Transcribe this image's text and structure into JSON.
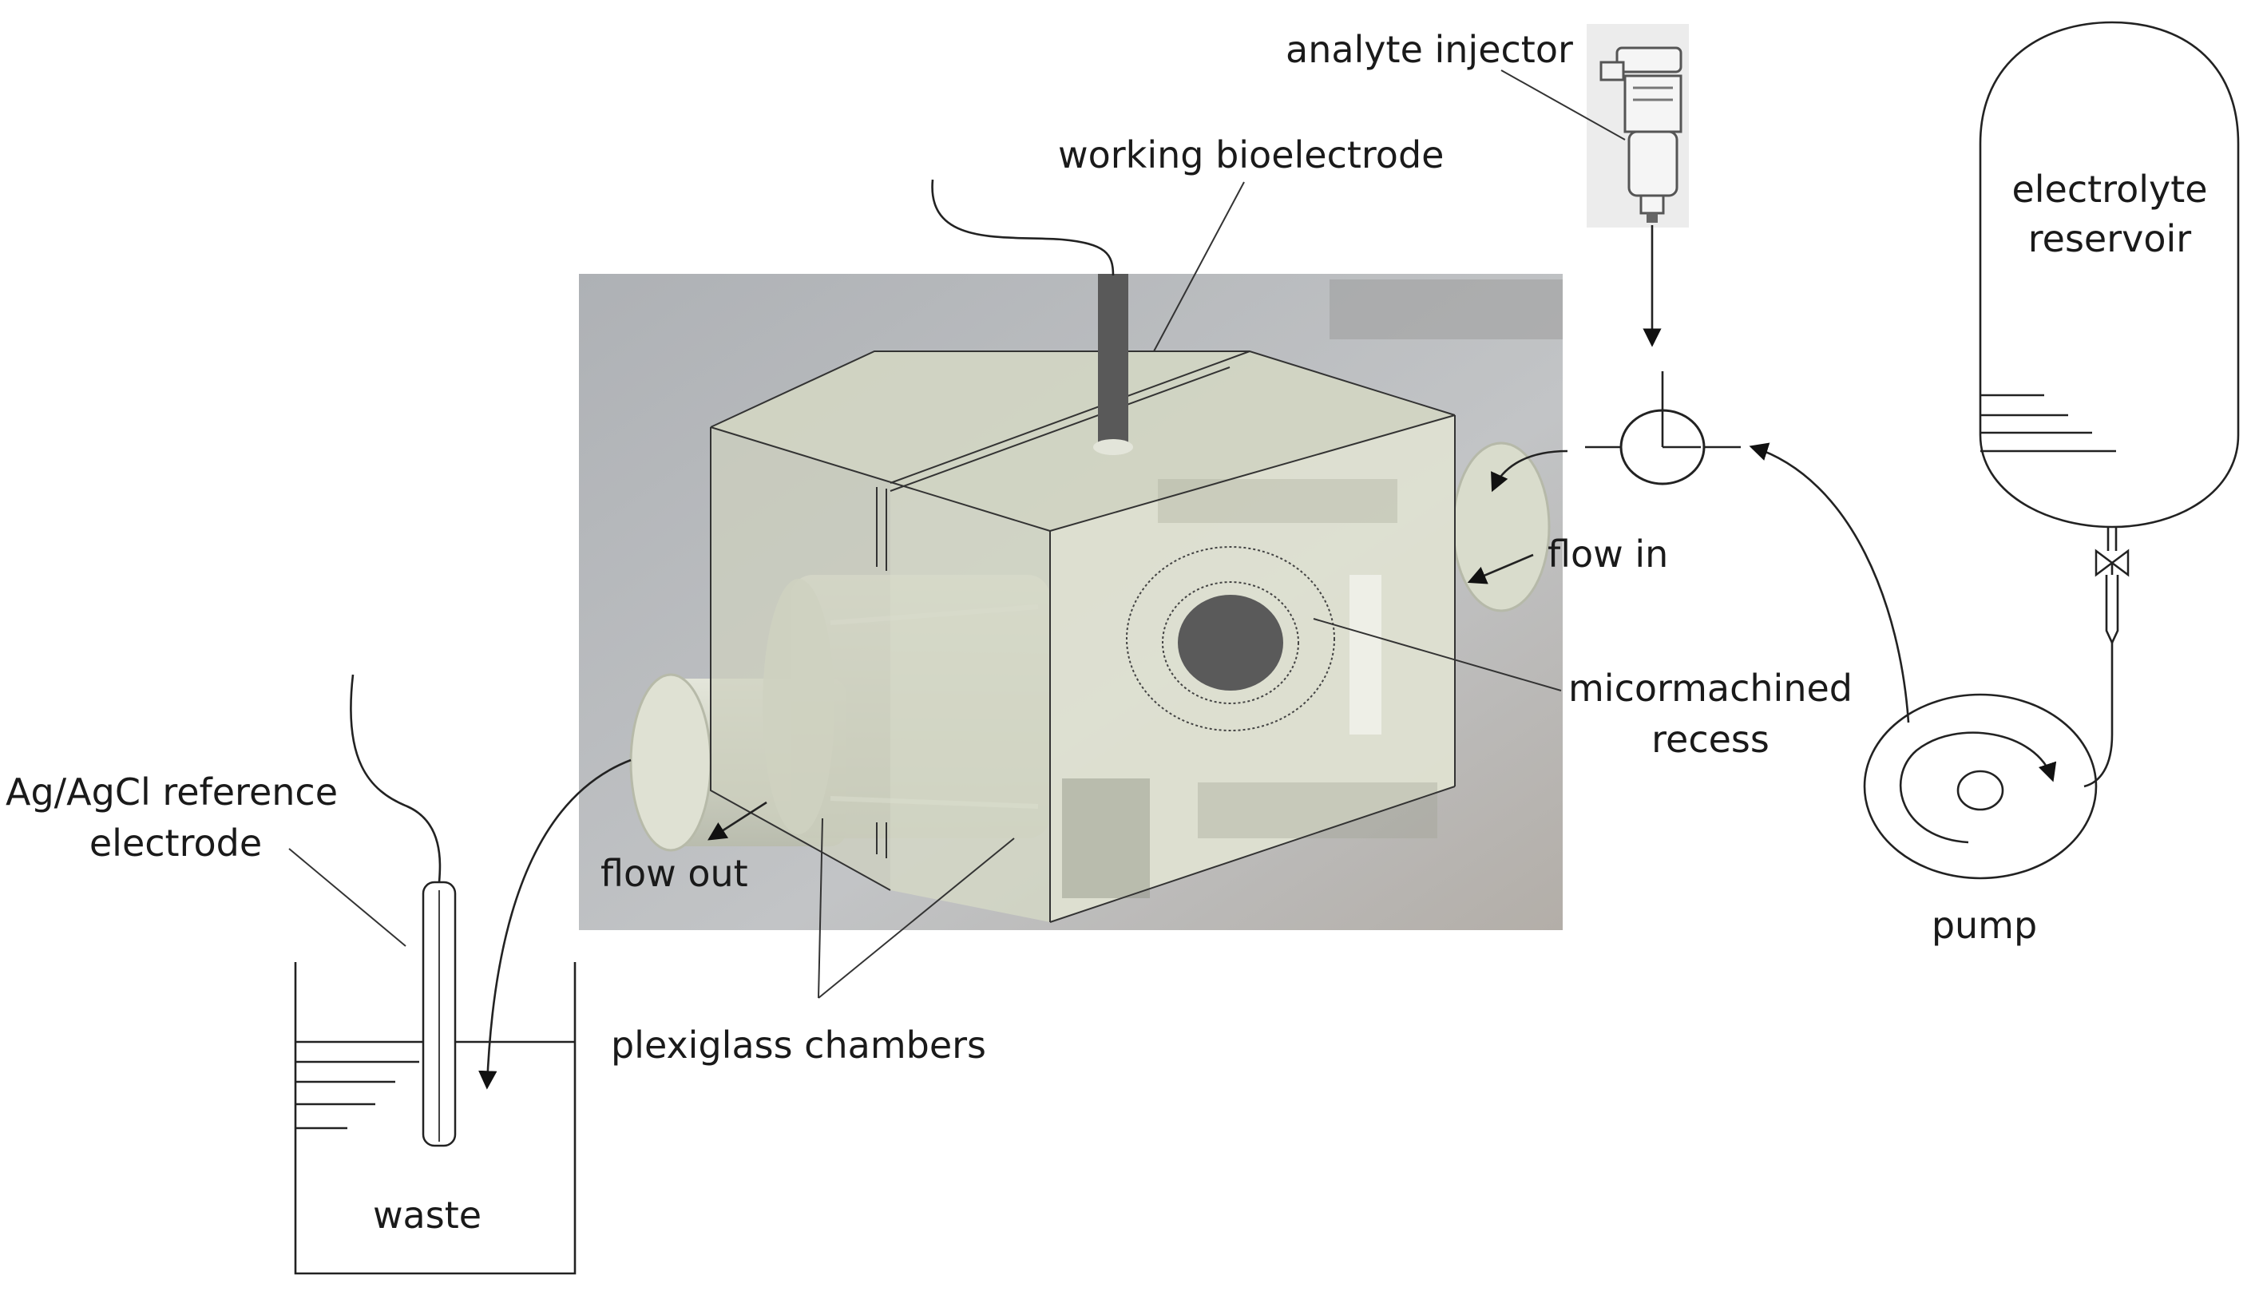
{
  "labels": {
    "analyte_injector": "analyte injector",
    "working_bioelectrode": "working bioelectrode",
    "electrolyte_reservoir_line1": "electrolyte",
    "electrolyte_reservoir_line2": "reservoir",
    "flow_in": "flow in",
    "micromachined_recess_line1": "micormachined",
    "micromachined_recess_line2": "recess",
    "ref_electrode_line1": "Ag/AgCl reference",
    "ref_electrode_line2": "electrode",
    "flow_out": "flow out",
    "pump": "pump",
    "plexiglass_chambers": "plexiglass chambers",
    "waste": "waste"
  },
  "colors": {
    "photo_background": "#b9bcbf",
    "plexiglass": "#d9dccb",
    "electrode_rod": "#595959",
    "recess": "#5a5a5a",
    "line": "#222222"
  }
}
